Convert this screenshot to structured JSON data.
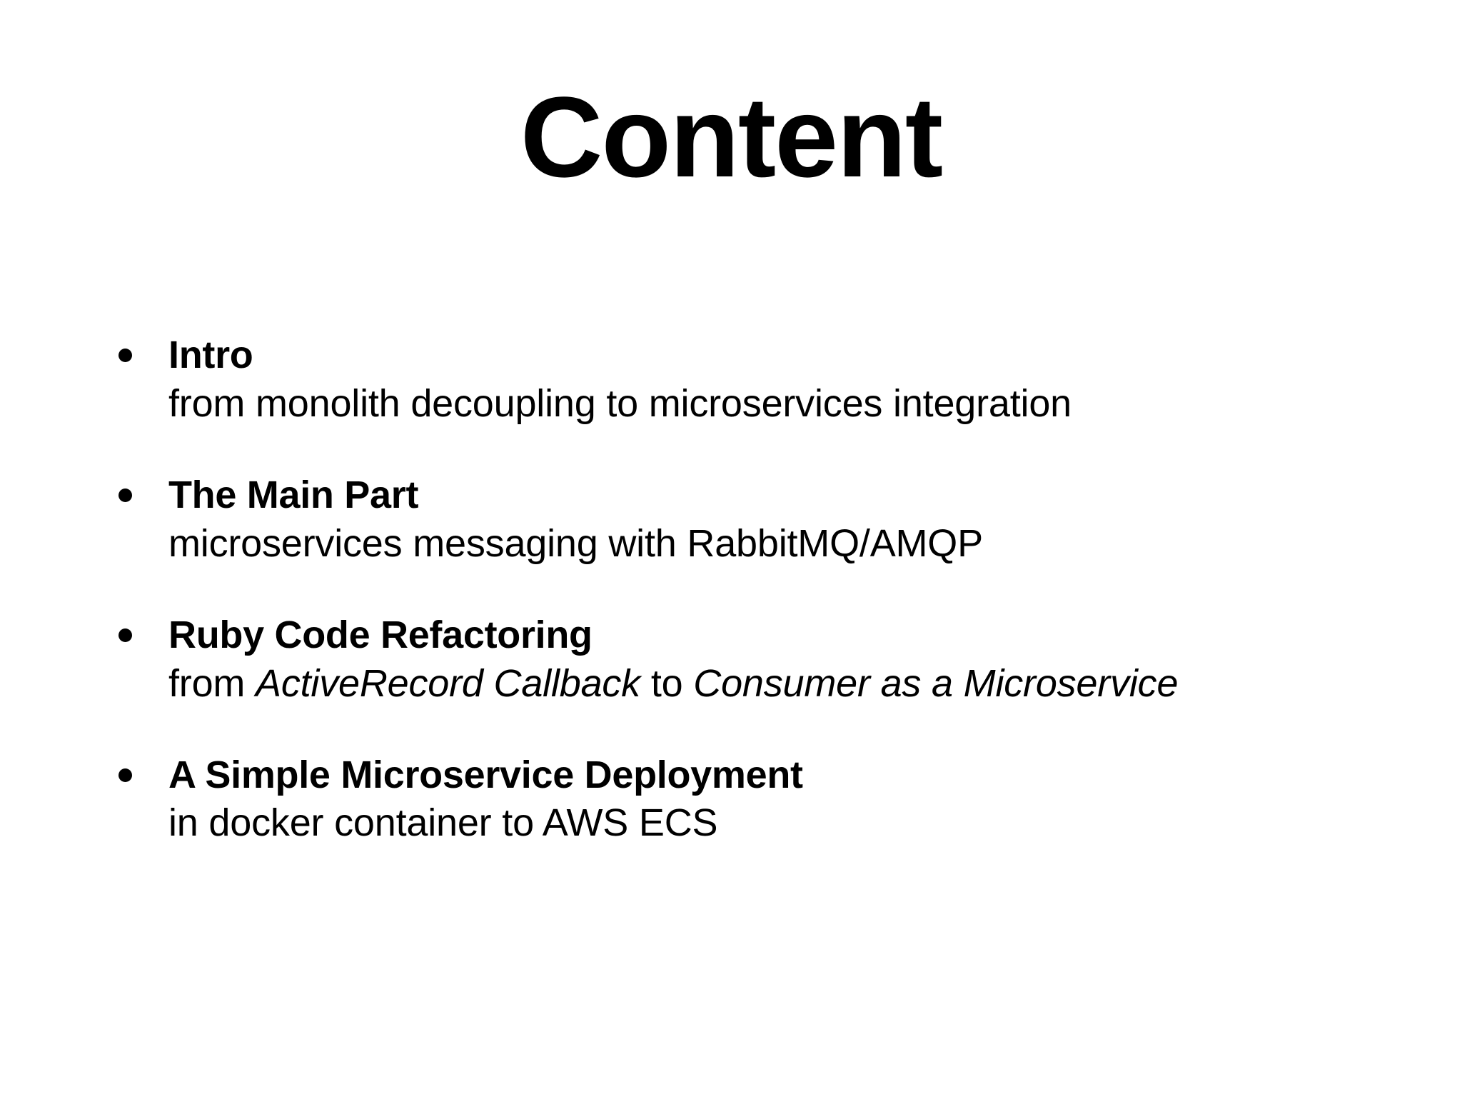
{
  "slide": {
    "title": "Content",
    "background_color": "#ffffff",
    "text_color": "#000000",
    "bullet_marker": "filled-circle"
  },
  "bullets": [
    {
      "heading": "Intro",
      "subtitle": "from monolith decoupling to microservices integration",
      "subtitle_parts": [
        {
          "text": "from monolith decoupling to microservices integration",
          "italic": false
        }
      ]
    },
    {
      "heading": "The Main Part",
      "subtitle": "microservices messaging with RabbitMQ/AMQP",
      "subtitle_parts": [
        {
          "text": "microservices messaging with RabbitMQ/AMQP",
          "italic": false
        }
      ]
    },
    {
      "heading": "Ruby Code Refactoring",
      "subtitle": "from ActiveRecord Callback to Consumer as a Microservice",
      "subtitle_parts": [
        {
          "text": "from ",
          "italic": false
        },
        {
          "text": "ActiveRecord Callback",
          "italic": true
        },
        {
          "text": " to ",
          "italic": false
        },
        {
          "text": "Consumer as a Microservice",
          "italic": true
        }
      ]
    },
    {
      "heading": "A Simple Microservice Deployment",
      "subtitle": "in docker container to AWS ECS",
      "subtitle_parts": [
        {
          "text": "in docker container to AWS ECS",
          "italic": false
        }
      ]
    }
  ]
}
